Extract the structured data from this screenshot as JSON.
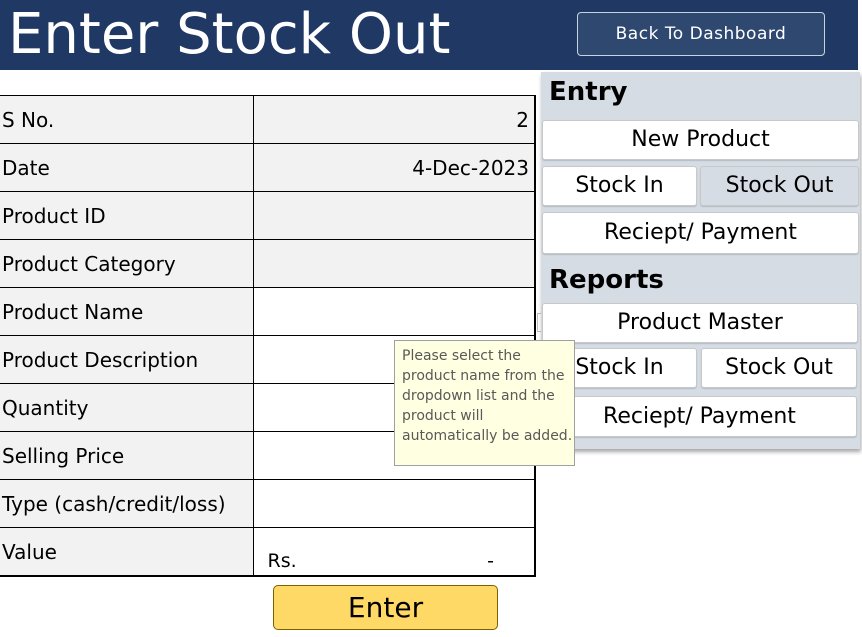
{
  "header": {
    "title": "Enter Stock Out",
    "back_button": "Back To Dashboard",
    "background": "#1f3864"
  },
  "form": {
    "rows": [
      {
        "label": "S No.",
        "value": "2"
      },
      {
        "label": "Date",
        "value": "4-Dec-2023"
      },
      {
        "label": "Product ID",
        "value": ""
      },
      {
        "label": "Product Category",
        "value": ""
      },
      {
        "label": "Product Name",
        "value": ""
      },
      {
        "label": "Product Description",
        "value": ""
      },
      {
        "label": "Quantity",
        "value": ""
      },
      {
        "label": "Selling Price",
        "value": ""
      },
      {
        "label": "Type (cash/credit/loss)",
        "value": ""
      },
      {
        "label": "Value",
        "currency": "Rs.",
        "value": "-"
      }
    ],
    "tooltip": "Please select the product name from the dropdown list and the product will automatically be added.",
    "enter_button": "Enter",
    "enter_color": "#ffd966"
  },
  "panel": {
    "entry_heading": "Entry",
    "entry_buttons": {
      "new_product": "New Product",
      "stock_in": "Stock In",
      "stock_out": "Stock Out",
      "receipt_payment": "Reciept/ Payment"
    },
    "reports_heading": "Reports",
    "reports_buttons": {
      "product_master": "Product Master",
      "stock_in": "Stock In",
      "stock_out": "Stock Out",
      "receipt_payment": "Reciept/ Payment"
    }
  }
}
